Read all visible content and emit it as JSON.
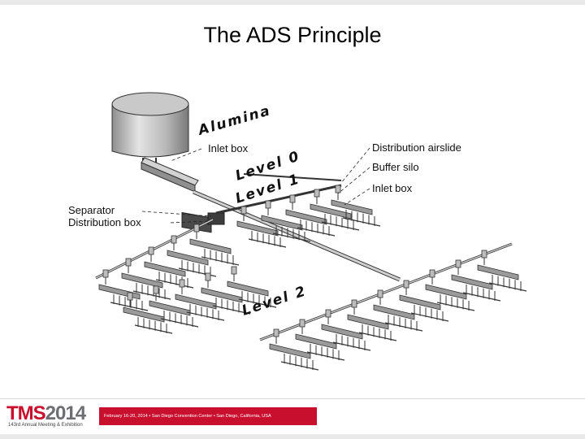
{
  "slide": {
    "title": "The ADS Principle"
  },
  "diagram": {
    "labels": {
      "alumina": "Alumina",
      "inlet_box_top": "Inlet box",
      "level0": "Level 0",
      "level1": "Level 1",
      "level2": "Level 2",
      "distribution_airslide": "Distribution airslide",
      "buffer_silo": "Buffer silo",
      "inlet_box_right": "Inlet box",
      "separator": "Separator",
      "distribution_box": "Distribution box"
    }
  },
  "footer": {
    "logo_main": "TMS",
    "logo_year": "2014",
    "logo_subtitle": "143rd Annual Meeting & Exhibition",
    "event_info": "February 16-20, 2014 • San Diego Convention Center • San Diego, California, USA"
  }
}
